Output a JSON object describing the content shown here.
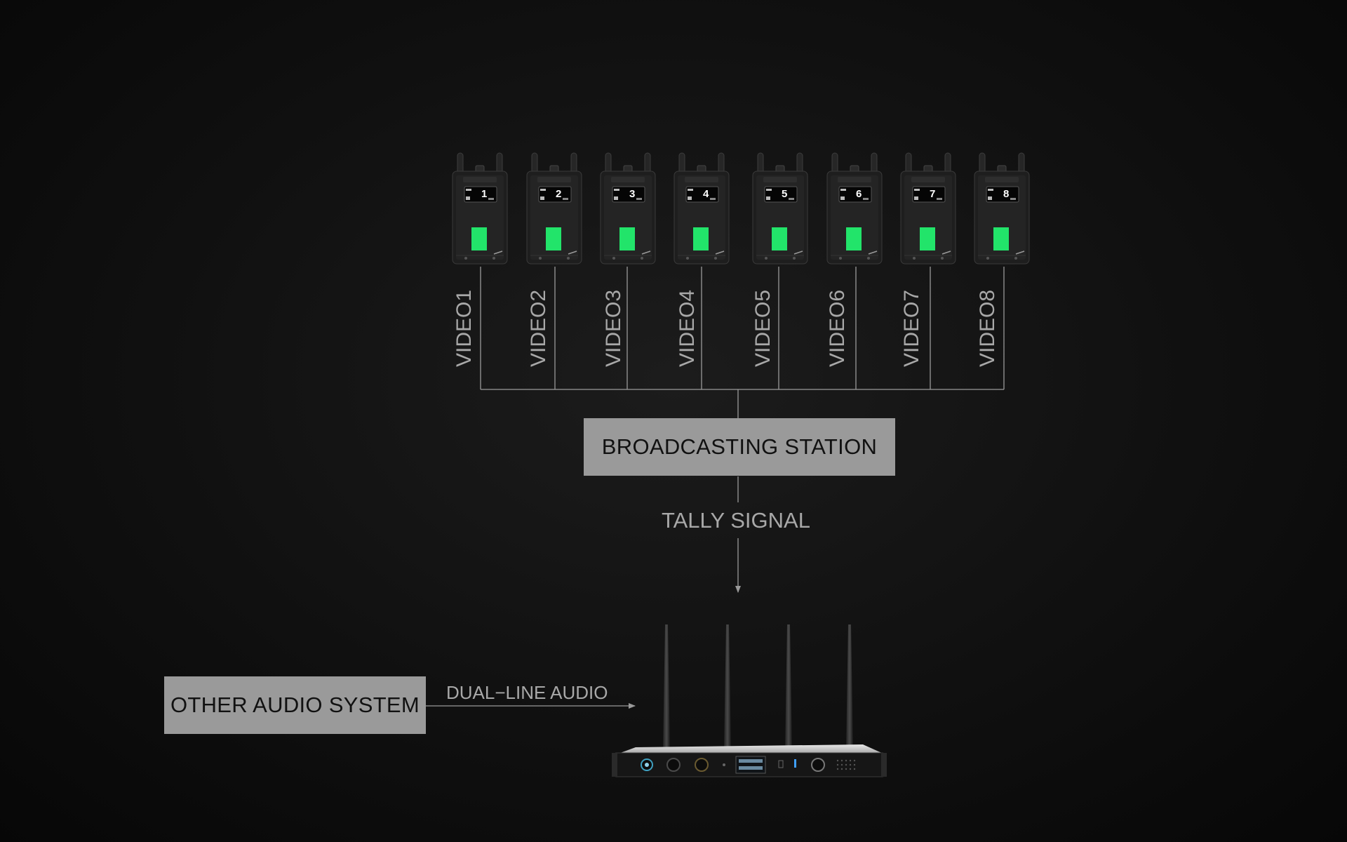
{
  "diagram": {
    "receivers": [
      {
        "channel": "1",
        "video_label": "VIDEO1"
      },
      {
        "channel": "2",
        "video_label": "VIDEO2"
      },
      {
        "channel": "3",
        "video_label": "VIDEO3"
      },
      {
        "channel": "4",
        "video_label": "VIDEO4"
      },
      {
        "channel": "5",
        "video_label": "VIDEO5"
      },
      {
        "channel": "6",
        "video_label": "VIDEO6"
      },
      {
        "channel": "7",
        "video_label": "VIDEO7"
      },
      {
        "channel": "8",
        "video_label": "VIDEO8"
      }
    ],
    "broadcasting_station": "BROADCASTING STATION",
    "tally_signal": "TALLY SIGNAL",
    "other_audio_system": "OTHER AUDIO SYSTEM",
    "dual_line_audio": "DUAL−LINE AUDIO"
  },
  "colors": {
    "background": "#0e0e0e",
    "box_fill": "#9a9a9a",
    "tally_green": "#22e46a",
    "line": "#9a9a9a",
    "label_text": "#a8a8a8"
  },
  "icons": {
    "receiver": "beltpack-receiver-icon",
    "base_station": "rack-base-station-icon",
    "antenna": "antenna-icon"
  }
}
